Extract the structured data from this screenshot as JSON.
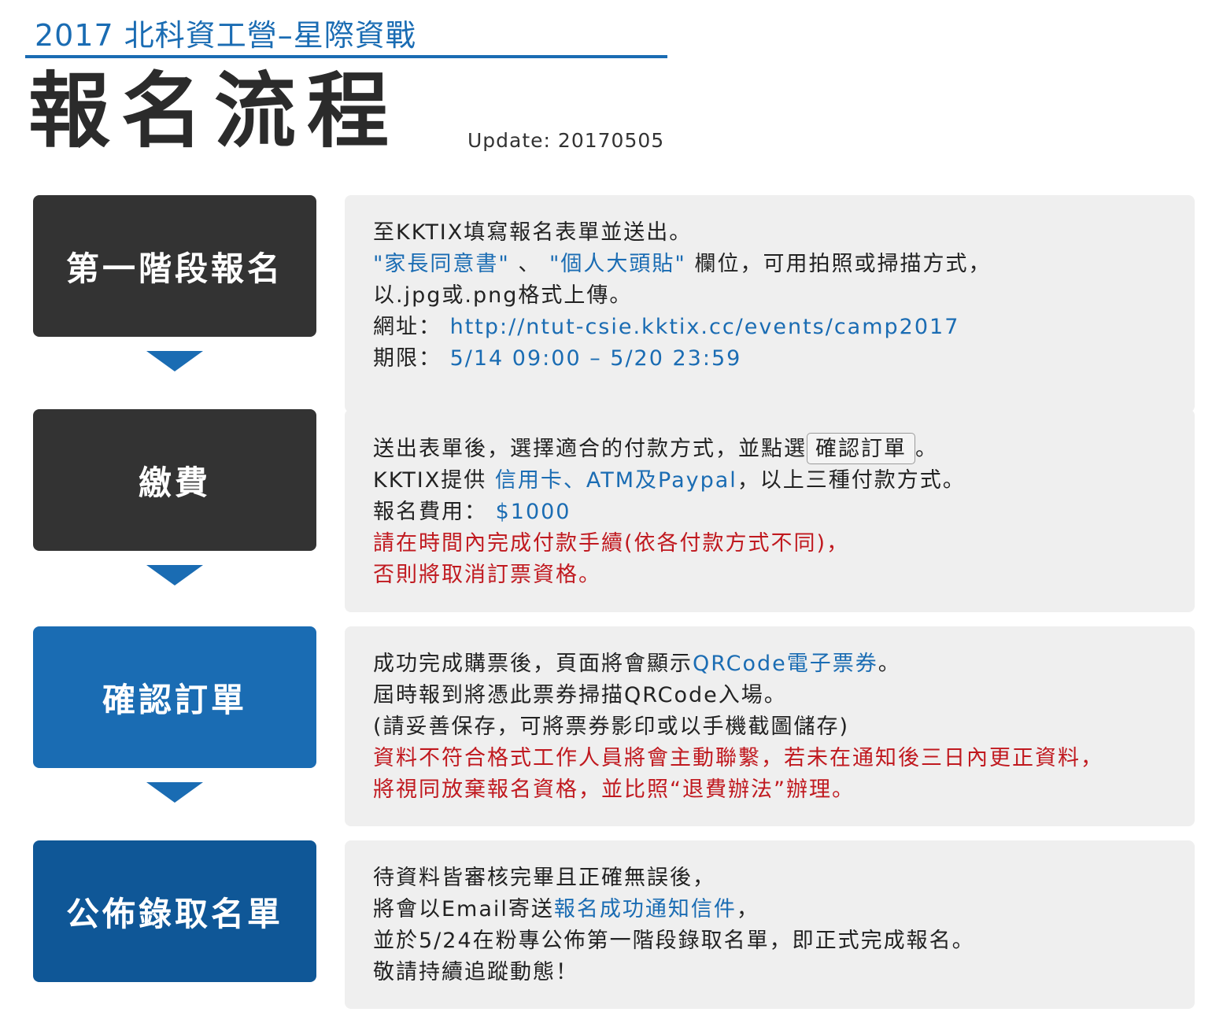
{
  "header": {
    "event_title": "2017 北科資工營–星際資戰",
    "page_heading": "報名流程",
    "update": "Update: 20170505"
  },
  "steps": [
    {
      "label": "第一階段報名",
      "lines": {
        "l1": "至KKTIX填寫報名表單並送出。",
        "l2_a": "\"家長同意書\" ",
        "l2_b": " 、 ",
        "l2_c": "\"個人大頭貼\"",
        "l2_d": " 欄位，可用拍照或掃描方式，",
        "l3": "以.jpg或.png格式上傳。",
        "l4_label": "網址： ",
        "l4_value": "http://ntut-csie.kktix.cc/events/camp2017",
        "l5_label": "期限： ",
        "l5_value": "5/14 09:00 – 5/20 23:59"
      }
    },
    {
      "label": "繳費",
      "lines": {
        "l1_a": "送出表單後，選擇適合的付款方式，並點選",
        "l1_btn": "確認訂單",
        "l1_b": "。",
        "l2_a": "KKTIX提供 ",
        "l2_b": "信用卡、ATM及Paypal",
        "l2_c": "，以上三種付款方式。",
        "l3_label": "報名費用： ",
        "l3_value": "$1000",
        "l4": "請在時間內完成付款手續(依各付款方式不同)，",
        "l5": "否則將取消訂票資格。"
      }
    },
    {
      "label": "確認訂單",
      "lines": {
        "l1_a": "成功完成購票後，頁面將會顯示",
        "l1_b": "QRCode電子票券",
        "l1_c": "。",
        "l2": "屆時報到將憑此票券掃描QRCode入場。",
        "l3": "(請妥善保存，可將票券影印或以手機截圖儲存)",
        "l4": "資料不符合格式工作人員將會主動聯繫，若未在通知後三日內更正資料，",
        "l5": "將視同放棄報名資格，並比照“退費辦法”辦理。"
      }
    },
    {
      "label": "公佈錄取名單",
      "lines": {
        "l1": "待資料皆審核完畢且正確無誤後，",
        "l2_a": "將會以Email寄送",
        "l2_b": "報名成功通知信件",
        "l2_c": "，",
        "l3": "並於5/24在粉專公佈第一階段錄取名單，即正式完成報名。",
        "l4": "敬請持續追蹤動態！"
      }
    }
  ],
  "colors": {
    "accent_blue": "#1a6cb3",
    "dark_box": "#333333",
    "navy_box": "#0f5797",
    "warning_red": "#c0191f",
    "panel_bg": "#efefef"
  }
}
